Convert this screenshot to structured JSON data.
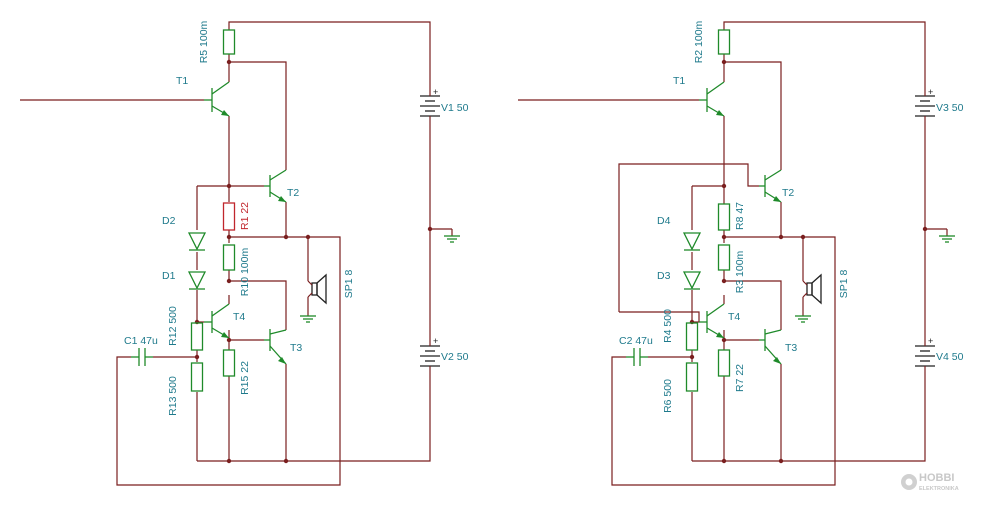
{
  "left": {
    "T1": "T1",
    "T2": "T2",
    "T3": "T3",
    "T4": "T4",
    "R5": "R5 100m",
    "R1": "R1 22",
    "R10": "R10 100m",
    "R12": "R12 500",
    "R13": "R13 500",
    "R15": "R15 22",
    "D1": "D1",
    "D2": "D2",
    "C1": "C1 47u",
    "V1": "V1 50",
    "V2": "V2 50",
    "SP1": "SP1 8"
  },
  "right": {
    "T1": "T1",
    "T2": "T2",
    "T3": "T3",
    "T4": "T4",
    "R2": "R2 100m",
    "R8": "R8 47",
    "R3": "R3 100m",
    "R4": "R4 500",
    "R6": "R6 500",
    "R7": "R7 22",
    "D3": "D3",
    "D4": "D4",
    "C2": "C2 47u",
    "V3": "V3 50",
    "V4": "V4 50",
    "SP1": "SP1 8"
  },
  "polarity": "+",
  "watermark": {
    "brand": "HOBBI",
    "sub": "ELEKTRONIKA"
  },
  "colors": {
    "wire": "#7a1f1f",
    "component": "#1f8a2a",
    "label": "#1f7a8c",
    "highlight": "#c0262c"
  }
}
